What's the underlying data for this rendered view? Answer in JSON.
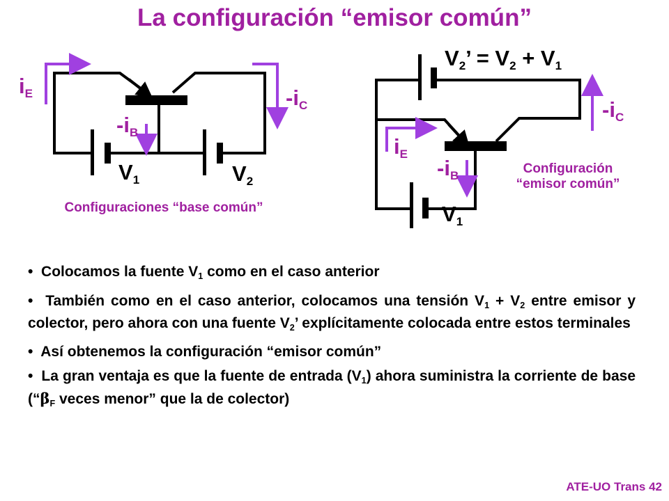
{
  "title": "La configuración “emisor común”",
  "left_circuit": {
    "ie": "i",
    "ie_sub": "E",
    "ic": "-i",
    "ic_sub": "C",
    "ib": "-i",
    "ib_sub": "B",
    "v1": "V",
    "v1_sub": "1",
    "v2": "V",
    "v2_sub": "2",
    "caption": "Configuraciones “base común”"
  },
  "right_circuit": {
    "v2p_a": "V",
    "v2p_a_sub": "2",
    "v2p_a_sup": "’",
    "v2p_eq": " = V",
    "v2p_b_sub": "2",
    "v2p_plus": " + V",
    "v2p_c_sub": "1",
    "ic": "-i",
    "ic_sub": "C",
    "ie": "i",
    "ie_sub": "E",
    "ib": "-i",
    "ib_sub": "B",
    "v1": "V",
    "v1_sub": "1",
    "caption_line1": "Configuración",
    "caption_line2": "“emisor común”"
  },
  "bullets": {
    "b1_a": "Colocamos la fuente V",
    "b1_sub": "1",
    "b1_b": " como en el caso anterior",
    "b2_a": "También como en el caso anterior, colocamos una tensión V",
    "b2_sub1": "1",
    "b2_b": " + V",
    "b2_sub2": "2",
    "b2_c": " entre emisor y colector, pero ahora con una fuente V",
    "b2_sub3": "2",
    "b2_d": "’ explícitamente colocada entre estos terminales",
    "b3": "Así obtenemos la configuración “emisor común”",
    "b4_a": "La gran ventaja es que la fuente de entrada (V",
    "b4_sub1": "1",
    "b4_b": ") ahora suministra la corriente de base (“",
    "b4_beta": "β",
    "b4_sub2": "F",
    "b4_c": " veces menor” que la de colector)"
  },
  "footer": "ATE-UO Trans 42",
  "colors": {
    "accent": "#a020a0",
    "wire": "#000000",
    "arrow": "#a040e0"
  }
}
